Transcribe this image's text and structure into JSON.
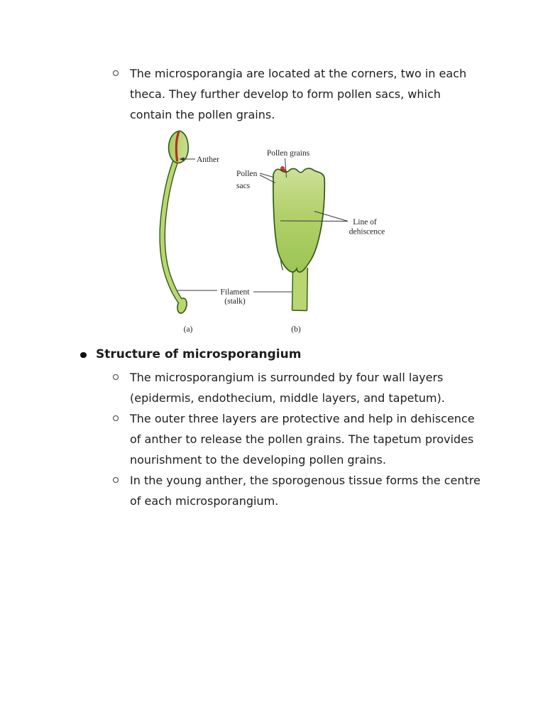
{
  "intro": {
    "items": [
      {
        "text": "The microsporangia are located at the corners, two in each theca. They further develop to form pollen sacs, which contain the pollen grains."
      }
    ]
  },
  "section": {
    "heading": "Structure of microsporangium",
    "items": [
      {
        "text": "The microsporangium is surrounded by four wall layers (epidermis, endothecium, middle layers, and tapetum)."
      },
      {
        "text": "The outer three layers are protective and help in dehiscence of anther to release the pollen grains. The tapetum provides nourishment to the developing pollen grains."
      },
      {
        "text": "In the young anther, the sporogenous tissue forms the centre of each microsporangium."
      }
    ]
  },
  "diagram": {
    "labels": {
      "anther": "Anther",
      "pollen_grains": "Pollen grains",
      "pollen_sacs_1": "Pollen",
      "pollen_sacs_2": "sacs",
      "dehiscence_1": "Line of",
      "dehiscence_2": "dehiscence",
      "filament_1": "Filament",
      "filament_2": "(stalk)",
      "caption_a": "(a)",
      "caption_b": "(b)"
    },
    "colors": {
      "outline_green": "#305a15",
      "body_green": "#a9cc5e",
      "body_green_light": "#cde099",
      "cut_surface_green": "#d7e6ab",
      "stalk_green": "#b9d671",
      "pollen_sac_pink": "#f1a39c",
      "pollen_grain_red": "#e13a2c",
      "dehiscence_stripe_red": "#b5311d",
      "text_black": "#1d1d1d"
    }
  }
}
